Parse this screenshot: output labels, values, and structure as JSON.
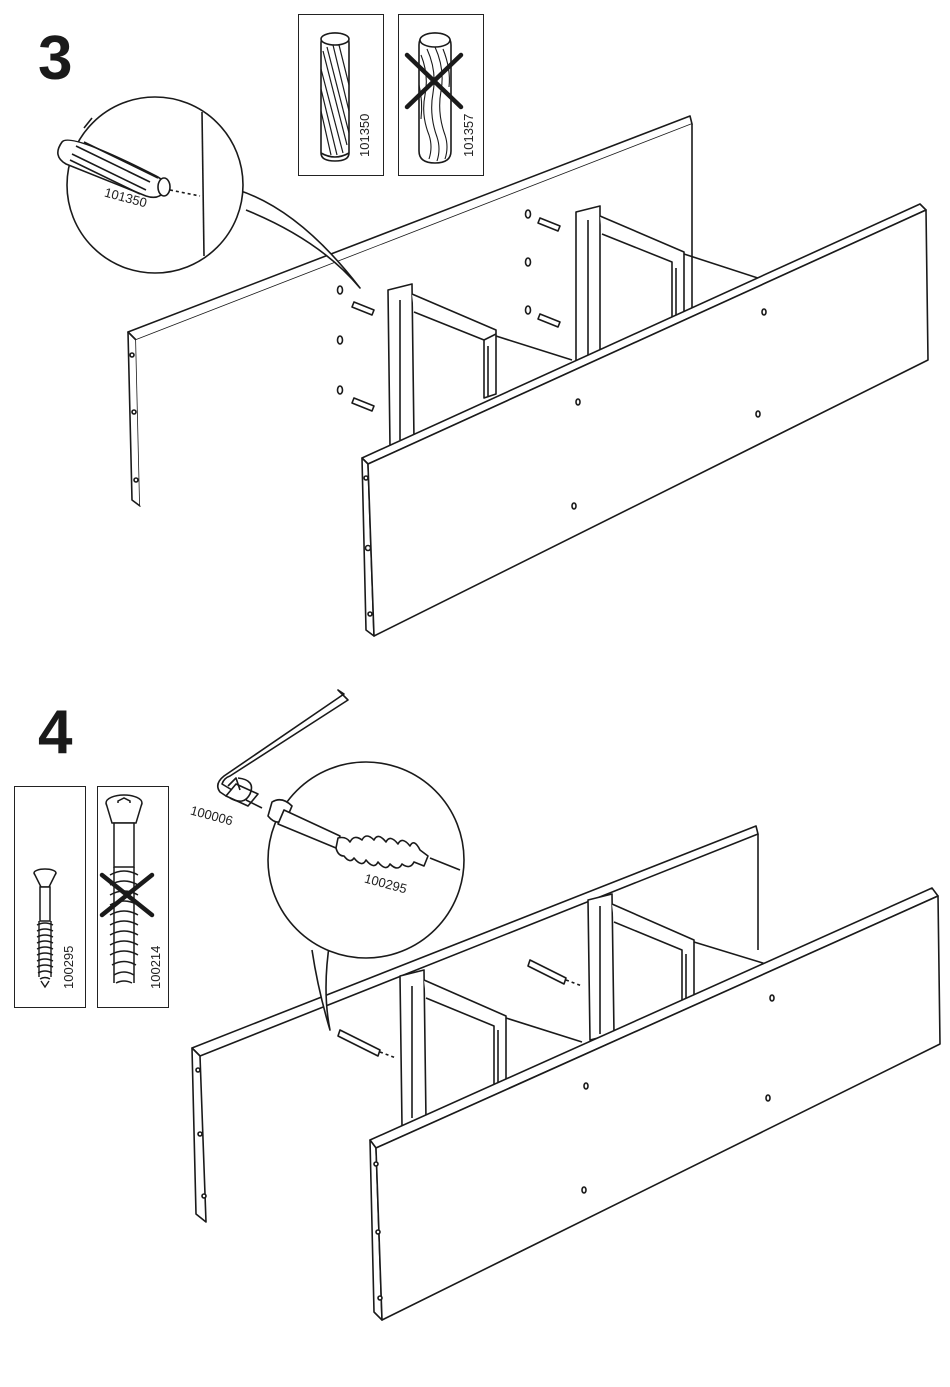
{
  "steps": [
    {
      "number": "3",
      "parts": [
        {
          "code": "101350",
          "kind": "dowel",
          "icon": "dowel-icon",
          "rejected": false
        },
        {
          "code": "101357",
          "kind": "dowel",
          "icon": "dowel-icon",
          "rejected": true
        }
      ],
      "callout_code": "101350"
    },
    {
      "number": "4",
      "parts": [
        {
          "code": "100295",
          "kind": "screw",
          "icon": "screw-icon",
          "rejected": false
        },
        {
          "code": "100214",
          "kind": "screw",
          "icon": "screw-icon",
          "rejected": true
        }
      ],
      "tool_code": "100006",
      "callout_code": "100295"
    }
  ],
  "colors": {
    "line": "#1a1a1a",
    "reject_mark": "#1a1a1a"
  }
}
